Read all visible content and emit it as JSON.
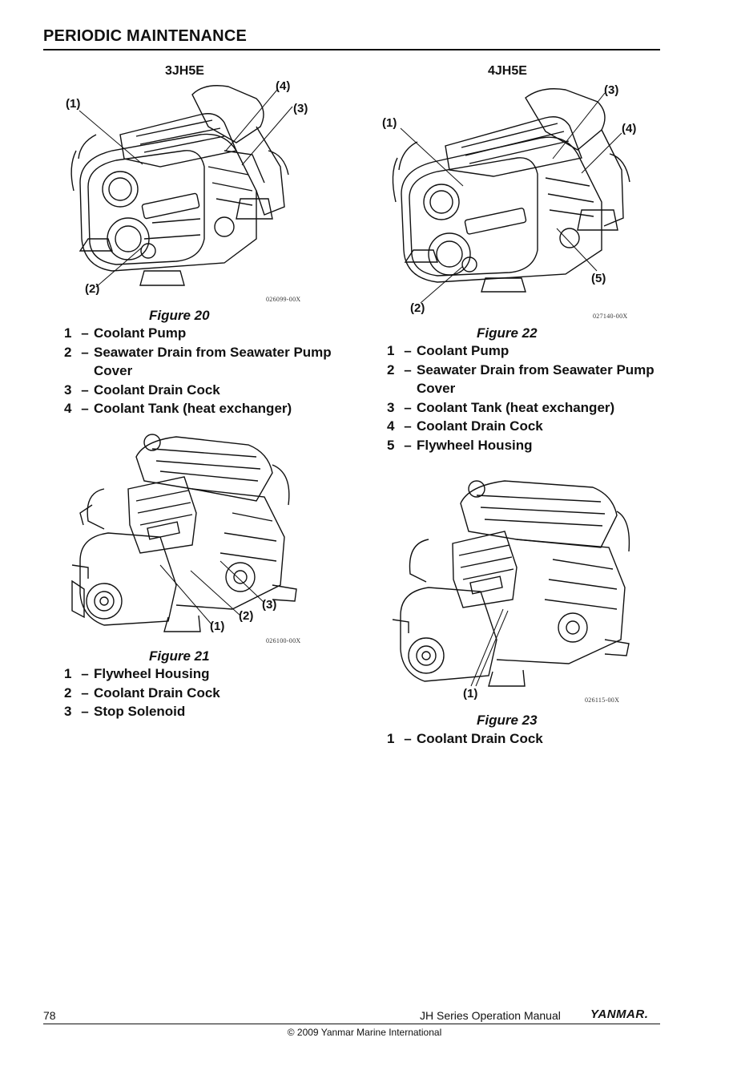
{
  "header": {
    "title": "PERIODIC MAINTENANCE"
  },
  "figures": {
    "fig20": {
      "engine": "3JH5E",
      "caption": "Figure 20",
      "code": "026099-00X",
      "callouts": [
        "(1)",
        "(2)",
        "(3)",
        "(4)"
      ],
      "legend": [
        {
          "num": "1",
          "text": "Coolant Pump"
        },
        {
          "num": "2",
          "text": "Seawater Drain from Seawater Pump Cover"
        },
        {
          "num": "3",
          "text": "Coolant Drain Cock"
        },
        {
          "num": "4",
          "text": "Coolant Tank (heat exchanger)"
        }
      ]
    },
    "fig21": {
      "caption": "Figure 21",
      "code": "026100-00X",
      "callouts": [
        "(1)",
        "(2)",
        "(3)"
      ],
      "legend": [
        {
          "num": "1",
          "text": "Flywheel Housing"
        },
        {
          "num": "2",
          "text": "Coolant Drain Cock"
        },
        {
          "num": "3",
          "text": "Stop Solenoid"
        }
      ]
    },
    "fig22": {
      "engine": "4JH5E",
      "caption": "Figure 22",
      "code": "027140-00X",
      "callouts": [
        "(1)",
        "(2)",
        "(3)",
        "(4)",
        "(5)"
      ],
      "legend": [
        {
          "num": "1",
          "text": "Coolant Pump"
        },
        {
          "num": "2",
          "text": "Seawater Drain from Seawater Pump Cover"
        },
        {
          "num": "3",
          "text": "Coolant Tank (heat exchanger)"
        },
        {
          "num": "4",
          "text": "Coolant Drain Cock"
        },
        {
          "num": "5",
          "text": "Flywheel Housing"
        }
      ]
    },
    "fig23": {
      "caption": "Figure 23",
      "code": "026115-00X",
      "callouts": [
        "(1)"
      ],
      "legend": [
        {
          "num": "1",
          "text": "Coolant Drain Cock"
        }
      ]
    }
  },
  "legend_dash": "–",
  "footer": {
    "page_number": "78",
    "manual_title": "JH Series Operation Manual",
    "brand": "YANMAR.",
    "copyright": "© 2009 Yanmar Marine International"
  }
}
